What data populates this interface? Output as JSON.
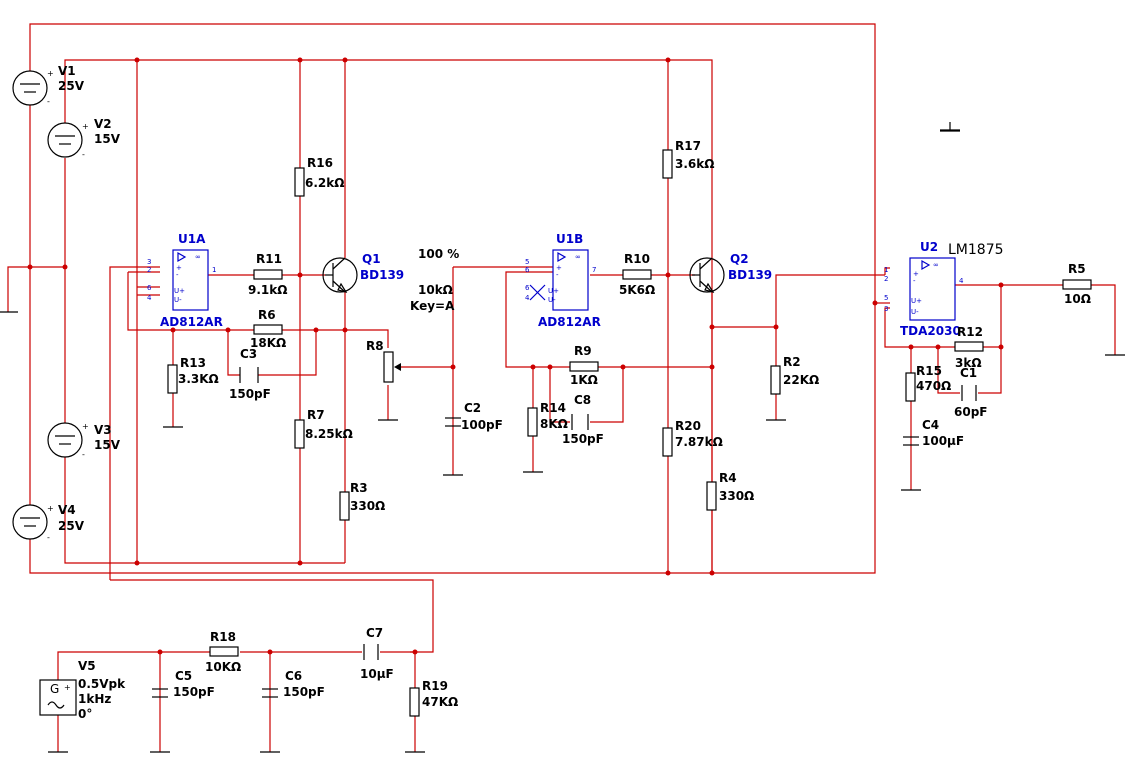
{
  "components": {
    "V1": {
      "ref": "V1",
      "value": "25V"
    },
    "V2": {
      "ref": "V2",
      "value": "15V"
    },
    "V3": {
      "ref": "V3",
      "value": "15V"
    },
    "V4": {
      "ref": "V4",
      "value": "25V"
    },
    "V5": {
      "ref": "V5",
      "value": "0.5Vpk",
      "freq": "1kHz",
      "phase": "0°",
      "symbol": "G"
    },
    "U1A": {
      "ref": "U1A",
      "part": "AD812AR"
    },
    "U1B": {
      "ref": "U1B",
      "part": "AD812AR"
    },
    "U2": {
      "ref": "U2",
      "part": "TDA2030",
      "label": "LM1875"
    },
    "Q1": {
      "ref": "Q1",
      "part": "BD139"
    },
    "Q2": {
      "ref": "Q2",
      "part": "BD139"
    },
    "R2": {
      "ref": "R2",
      "value": "22KΩ"
    },
    "R3": {
      "ref": "R3",
      "value": "330Ω"
    },
    "R4": {
      "ref": "R4",
      "value": "330Ω"
    },
    "R5": {
      "ref": "R5",
      "value": "10Ω"
    },
    "R6": {
      "ref": "R6",
      "value": "18KΩ"
    },
    "R7": {
      "ref": "R7",
      "value": "8.25kΩ"
    },
    "R8": {
      "ref": "R8",
      "percent": "100 %",
      "value": "10kΩ",
      "key": "Key=A"
    },
    "R9": {
      "ref": "R9",
      "value": "1KΩ"
    },
    "R10": {
      "ref": "R10",
      "value": "5K6Ω"
    },
    "R11": {
      "ref": "R11",
      "value": "9.1kΩ"
    },
    "R12": {
      "ref": "R12",
      "value": "3kΩ"
    },
    "R13": {
      "ref": "R13",
      "value": "3.3KΩ"
    },
    "R14": {
      "ref": "R14",
      "value": "8KΩ"
    },
    "R15": {
      "ref": "R15",
      "value": "470Ω"
    },
    "R16": {
      "ref": "R16",
      "value": "6.2kΩ"
    },
    "R17": {
      "ref": "R17",
      "value": "3.6kΩ"
    },
    "R18": {
      "ref": "R18",
      "value": "10KΩ"
    },
    "R19": {
      "ref": "R19",
      "value": "47KΩ"
    },
    "R20": {
      "ref": "R20",
      "value": "7.87kΩ"
    },
    "C1": {
      "ref": "C1",
      "value": "60pF"
    },
    "C2": {
      "ref": "C2",
      "value": "100pF"
    },
    "C3": {
      "ref": "C3",
      "value": "150pF"
    },
    "C4": {
      "ref": "C4",
      "value": "100µF"
    },
    "C5": {
      "ref": "C5",
      "value": "150pF"
    },
    "C6": {
      "ref": "C6",
      "value": "150pF"
    },
    "C7": {
      "ref": "C7",
      "value": "10µF"
    },
    "C8": {
      "ref": "C8",
      "value": "150pF"
    }
  },
  "pins": {
    "u1a": [
      "3",
      "2",
      "1",
      "6",
      "4",
      "∞"
    ],
    "u1b": [
      "5",
      "6",
      "7",
      "6",
      "4",
      "∞"
    ],
    "u2": [
      "1",
      "2",
      "4",
      "5",
      "3",
      "∞"
    ],
    "supply_plus": "U+",
    "supply_minus": "U-",
    "plus": "+",
    "minus": "-"
  },
  "colors": {
    "wire": "#cc0000",
    "component": "#000000",
    "part_label": "#0000cc"
  }
}
